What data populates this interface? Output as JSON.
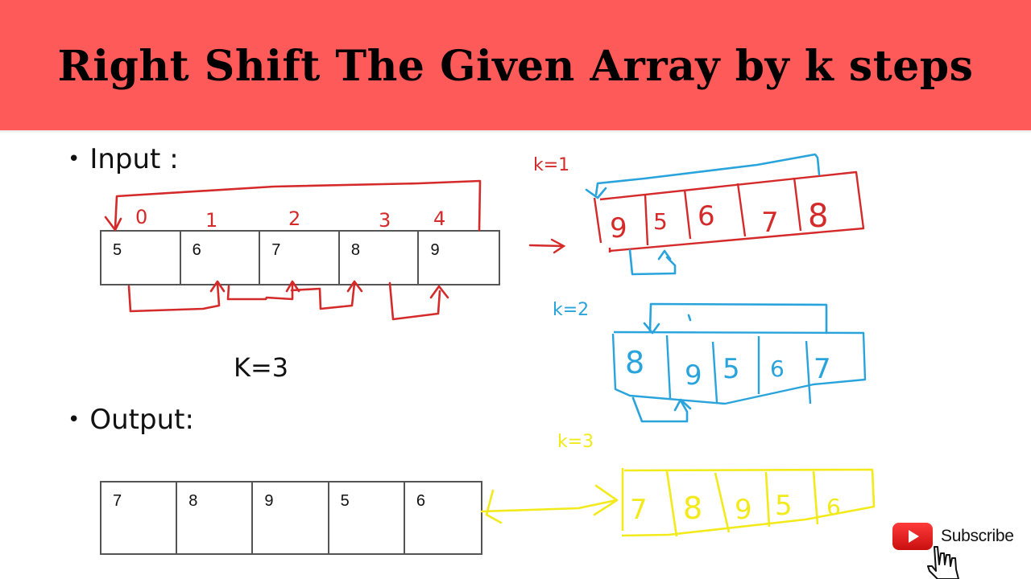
{
  "header": {
    "title": "Right Shift The Given Array by k steps",
    "background_color": "#ff5a5a"
  },
  "input_section": {
    "bullet": "•",
    "label": "Input :",
    "array": [
      "5",
      "6",
      "7",
      "8",
      "9"
    ],
    "index_annotations": [
      "0",
      "1",
      "2",
      "3",
      "4"
    ]
  },
  "k_value": {
    "label": "K=3"
  },
  "output_section": {
    "bullet": "•",
    "label": "Output:",
    "array": [
      "7",
      "8",
      "9",
      "5",
      "6"
    ]
  },
  "annotations": {
    "step1": {
      "label": "k=1",
      "color": "#d42a2a",
      "arrow_color": "#29a3dc",
      "array": [
        "9",
        "5",
        "6",
        "7",
        "8"
      ]
    },
    "step2": {
      "label": "k=2",
      "color": "#29a3dc",
      "array": [
        "8",
        "9",
        "5",
        "6",
        "7"
      ]
    },
    "step3": {
      "label": "k=3",
      "color": "#f2ea1a",
      "array": [
        "7",
        "8",
        "9",
        "5",
        "6"
      ]
    }
  },
  "subscribe": {
    "label": "Subscribe",
    "logo": "youtube-play-icon"
  }
}
